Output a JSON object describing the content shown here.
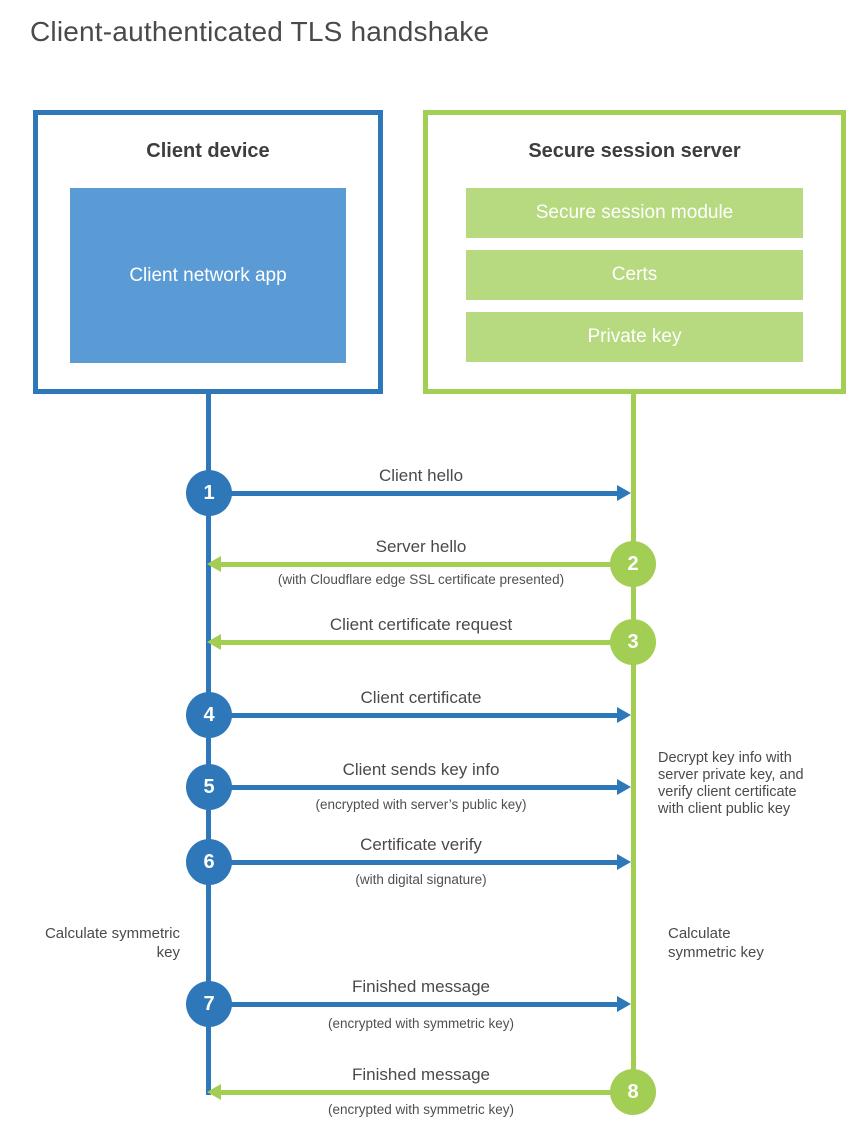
{
  "title": "Client-authenticated TLS handshake",
  "colors": {
    "client_accent": "#2e78ba",
    "client_fill": "#5b9bd5",
    "server_accent": "#a2ce53",
    "server_fill": "#b7d97f"
  },
  "client": {
    "title": "Client device",
    "app_label": "Client network app"
  },
  "server": {
    "title": "Secure session server",
    "modules": [
      "Secure session module",
      "Certs",
      "Private key"
    ]
  },
  "steps": [
    {
      "num": "1",
      "label": "Client hello",
      "sub": "",
      "direction": "client-to-server"
    },
    {
      "num": "2",
      "label": "Server hello",
      "sub": "(with Cloudflare edge SSL certificate presented)",
      "direction": "server-to-client"
    },
    {
      "num": "3",
      "label": "Client certificate request",
      "sub": "",
      "direction": "server-to-client"
    },
    {
      "num": "4",
      "label": "Client certificate",
      "sub": "",
      "direction": "client-to-server"
    },
    {
      "num": "5",
      "label": "Client sends key info",
      "sub": "(encrypted with server’s public key)",
      "direction": "client-to-server"
    },
    {
      "num": "6",
      "label": "Certificate verify",
      "sub": "(with digital signature)",
      "direction": "client-to-server"
    },
    {
      "num": "7",
      "label": "Finished message",
      "sub": "(encrypted with symmetric key)",
      "direction": "client-to-server"
    },
    {
      "num": "8",
      "label": "Finished message",
      "sub": "(encrypted with symmetric key)",
      "direction": "server-to-client"
    }
  ],
  "notes": {
    "decrypt": "Decrypt key info with server private key, and verify client certificate with client public key",
    "calc_left": "Calculate symmetric key",
    "calc_right": "Calculate symmetric key"
  }
}
